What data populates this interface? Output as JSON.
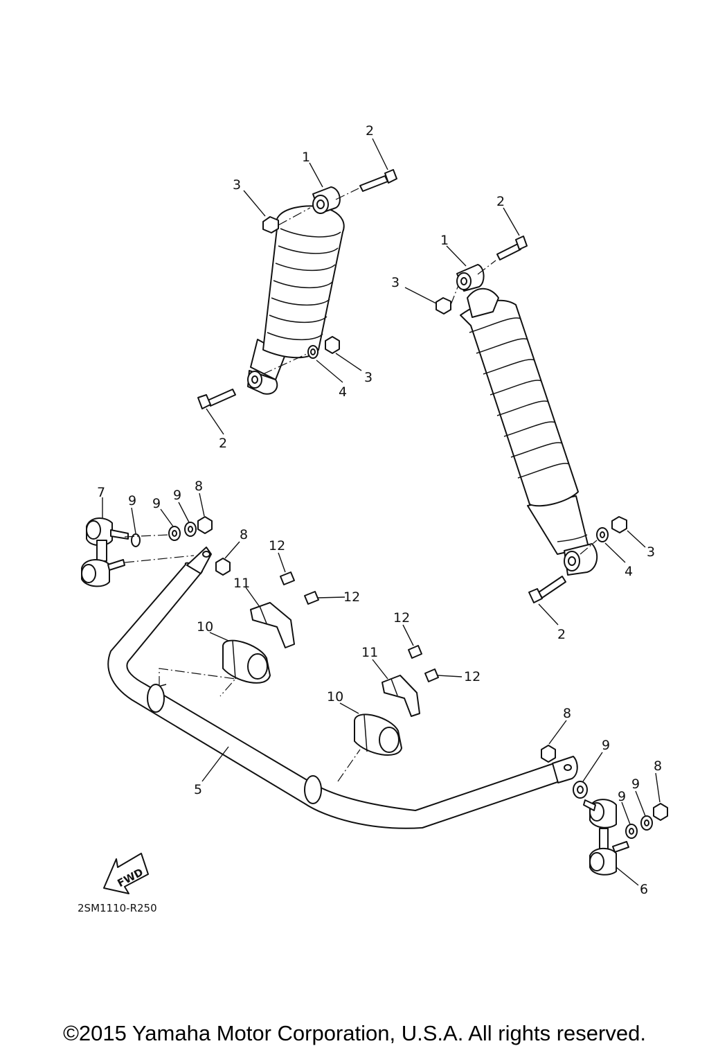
{
  "diagram": {
    "callouts": {
      "c1a": "1",
      "c1b": "1",
      "c2a": "2",
      "c2b": "2",
      "c2c": "2",
      "c2d": "2",
      "c3a": "3",
      "c3b": "3",
      "c3c": "3",
      "c3d": "3",
      "c4a": "4",
      "c4b": "4",
      "c5": "5",
      "c6": "6",
      "c7": "7",
      "c8a": "8",
      "c8b": "8",
      "c8c": "8",
      "c8d": "8",
      "c9a": "9",
      "c9b": "9",
      "c9c": "9",
      "c9d": "9",
      "c9e": "9",
      "c9f": "9",
      "c10a": "10",
      "c10b": "10",
      "c11a": "11",
      "c11b": "11",
      "c12a": "12",
      "c12b": "12",
      "c12c": "12",
      "c12d": "12"
    },
    "fwd_label": "FWD",
    "diagram_code": "2SM1110-R250"
  },
  "footer": {
    "copyright": "©2015 Yamaha Motor Corporation, U.S.A. All rights reserved."
  }
}
